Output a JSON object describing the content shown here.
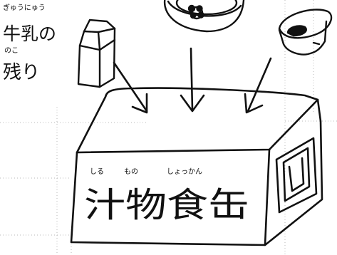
{
  "leftover_label": {
    "ruby_top": "ぎゅうにゅう",
    "line1": "牛乳の",
    "ruby_mid": "のこ",
    "line2": "残り"
  },
  "box_label": {
    "ruby_words": [
      "しる",
      "もの",
      "しょっかん"
    ],
    "text": "汁物食缶"
  }
}
